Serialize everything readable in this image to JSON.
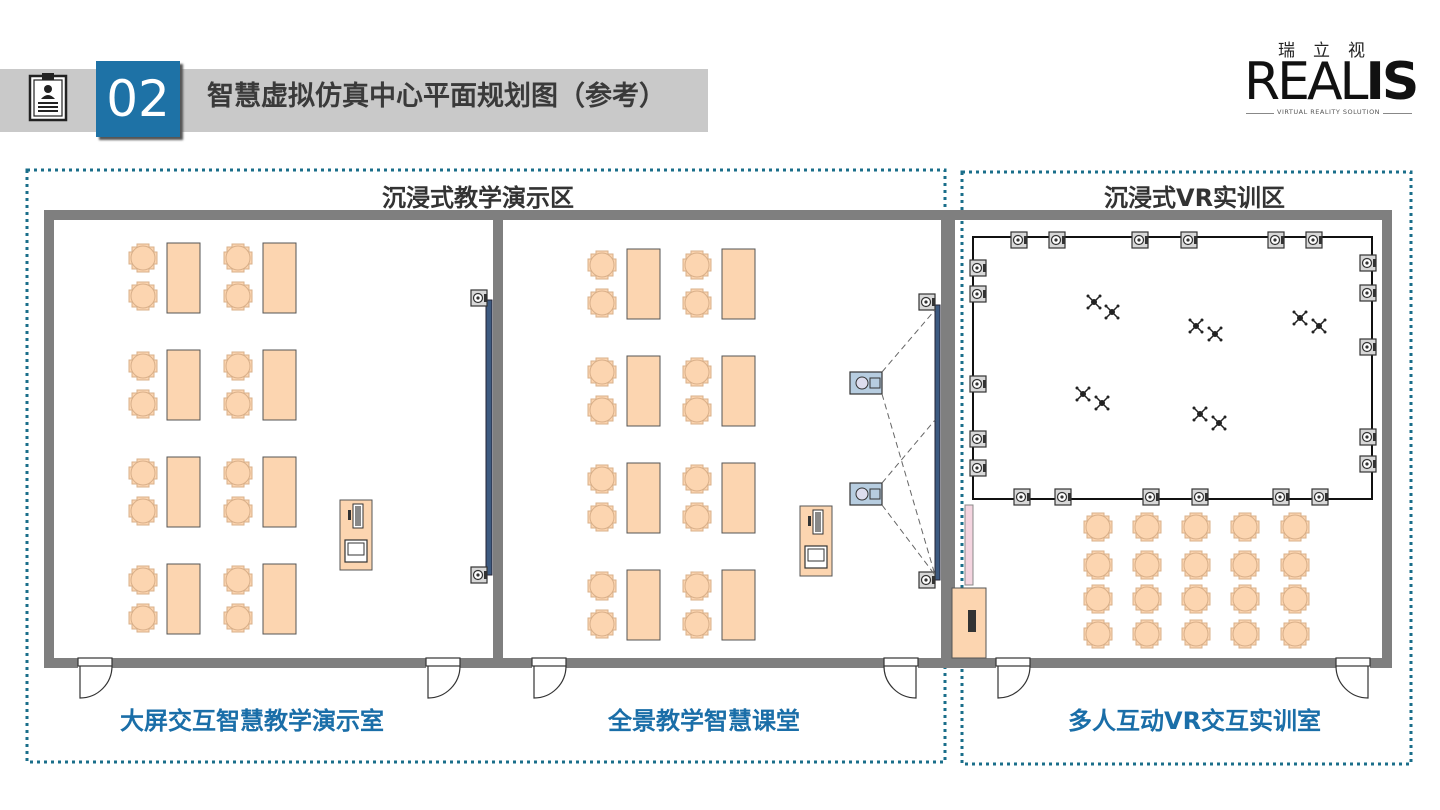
{
  "header": {
    "section_number": "02",
    "title": "智慧虚拟仿真中心平面规划图（参考）",
    "icon": "document-user-icon"
  },
  "logo": {
    "chinese": "瑞立视",
    "english_prefix": "REAL",
    "english_suffix": "IS",
    "tagline": "VIRTUAL REALITY SOLUTION"
  },
  "zones": {
    "left": "沉浸式教学演示区",
    "right": "沉浸式VR实训区"
  },
  "rooms": {
    "room1": "大屏交互智慧教学演示室",
    "room2": "全景教学智慧课堂",
    "room3": "多人互动VR交互实训室"
  },
  "colors": {
    "accent_blue": "#1e72a6",
    "dotted_border": "#1a6e8a",
    "wall": "#7f7f7f",
    "furniture": "#fcd5b0"
  }
}
